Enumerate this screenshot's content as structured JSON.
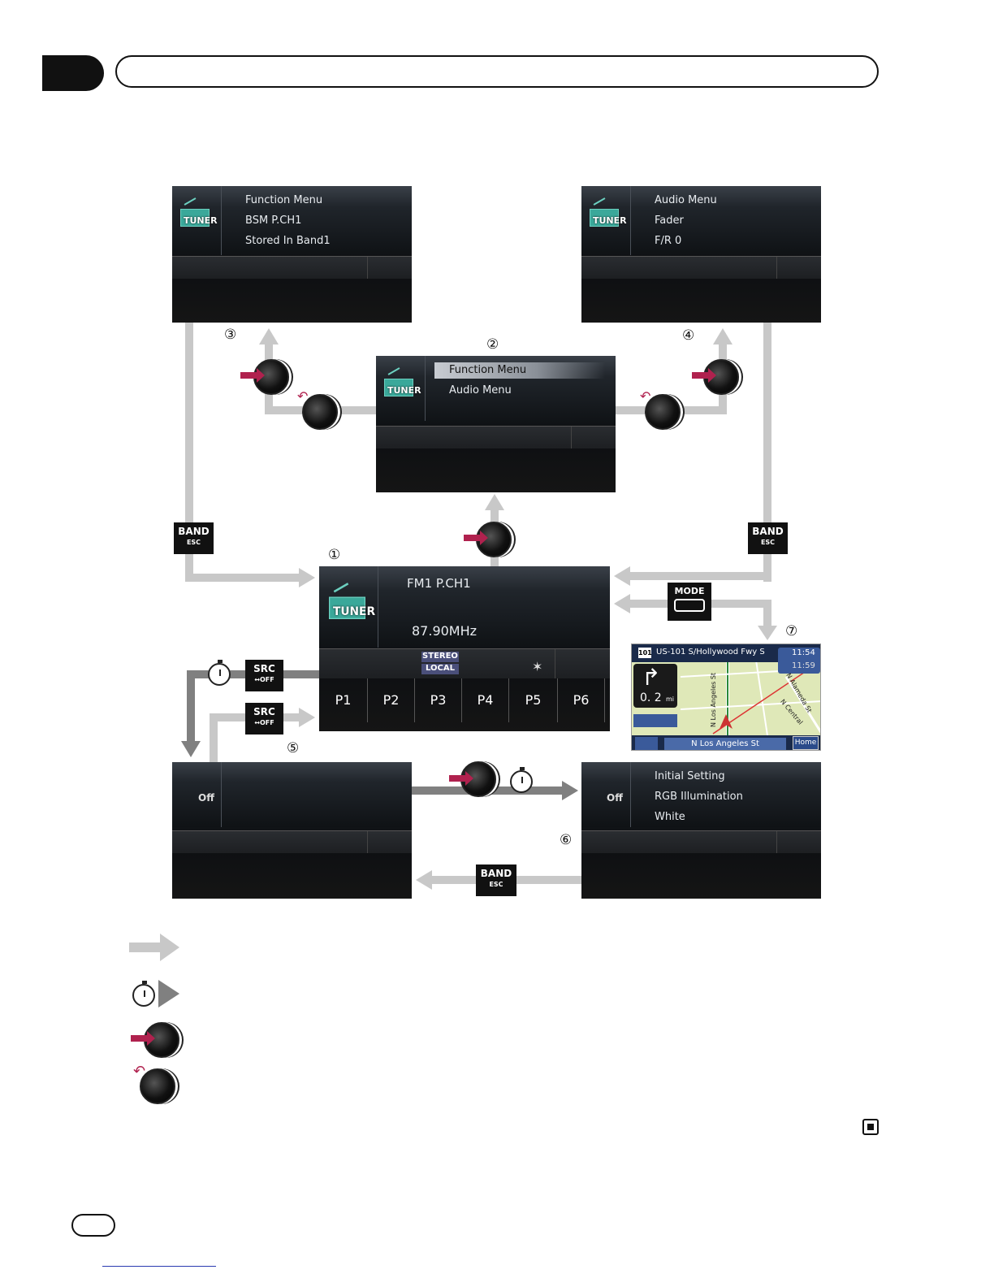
{
  "header": {
    "tab_label": "",
    "title": ""
  },
  "screens": {
    "function_menu": {
      "icon_label": "TUNER",
      "lines": [
        "Function Menu",
        "BSM P.CH1",
        "Stored In Band1"
      ]
    },
    "audio_menu": {
      "icon_label": "TUNER",
      "lines": [
        "Audio Menu",
        "Fader",
        "F/R 0"
      ]
    },
    "menu_select": {
      "icon_label": "TUNER",
      "lines": [
        "Function Menu",
        "Audio Menu"
      ]
    },
    "tuner": {
      "icon_label": "TUNER",
      "band": "FM1 P.CH1",
      "frequency": "87.90MHz",
      "stereo": "STEREO",
      "local": "LOCAL",
      "presets": [
        "P1",
        "P2",
        "P3",
        "P4",
        "P5",
        "P6"
      ]
    },
    "off": {
      "label": "Off"
    },
    "initial_setting": {
      "label": "Off",
      "lines": [
        "Initial Setting",
        "RGB Illumination",
        "White"
      ]
    },
    "navi": {
      "route": "US-101 S/Hollywood Fwy S",
      "shield": "101",
      "distance": "0. 2",
      "unit": "mi",
      "time1": "11:54",
      "time2": "11:59",
      "street": "N Los Angeles St",
      "home": "Home",
      "map_labels": [
        "N Los Angeles St",
        "N Alameda St",
        "N Central"
      ]
    }
  },
  "keys": {
    "band": "BAND",
    "band_sub": "ESC",
    "src": "SRC",
    "src_sub": "↔OFF",
    "mode": "MODE"
  },
  "markers": [
    "①",
    "②",
    "③",
    "④",
    "⑤",
    "⑥",
    "⑦"
  ],
  "footer": {
    "page": ""
  }
}
